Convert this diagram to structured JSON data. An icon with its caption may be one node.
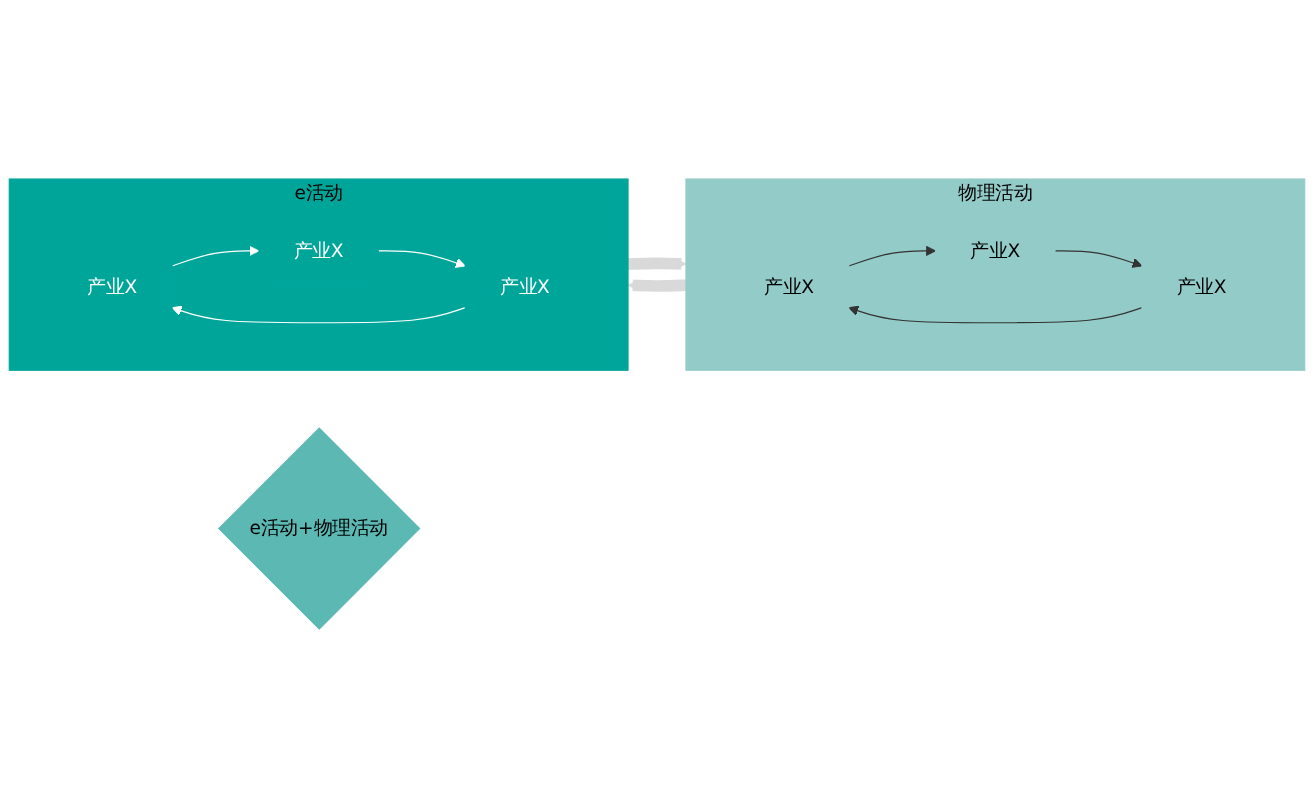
{
  "diagram": {
    "nodes": [
      {
        "text": [
          "物理活动"
        ]
      },
      {
        "text": [
          "产业X"
        ],
        "in": 0
      },
      {
        "text": [
          "产业X"
        ],
        "in": 0
      },
      {
        "text": [
          "产业X"
        ],
        "in": 0
      },
      {
        "text": [
          "e活动+物理活动"
        ]
      },
      {
        "text": [
          "e活动"
        ]
      },
      {
        "text": [
          "产业X"
        ],
        "in": 5
      },
      {
        "text": [
          "产业X"
        ],
        "in": 5
      },
      {
        "text": [
          "产业X"
        ],
        "in": 5
      }
    ],
    "edges": [
      {
        "from": 1,
        "to": 2,
        "arrow": "to"
      },
      {
        "from": 2,
        "to": 3,
        "arrow": "to"
      },
      {
        "from": 3,
        "to": 1,
        "arrow": "to"
      },
      {
        "from": 6,
        "to": 7,
        "arrow": "to",
        "color": "#ffffff"
      },
      {
        "from": 7,
        "to": 8,
        "arrow": "to",
        "color": "#ffffff"
      },
      {
        "from": 8,
        "to": 6,
        "arrow": "to",
        "color": "#ffffff"
      },
      {
        "from": 5,
        "to": 0,
        "arrow": "to",
        "style": "thick",
        "color": "#d9d9d9"
      },
      {
        "from": 0,
        "to": 5,
        "arrow": "to",
        "style": "thick",
        "color": "#d9d9d9"
      }
    ]
  }
}
